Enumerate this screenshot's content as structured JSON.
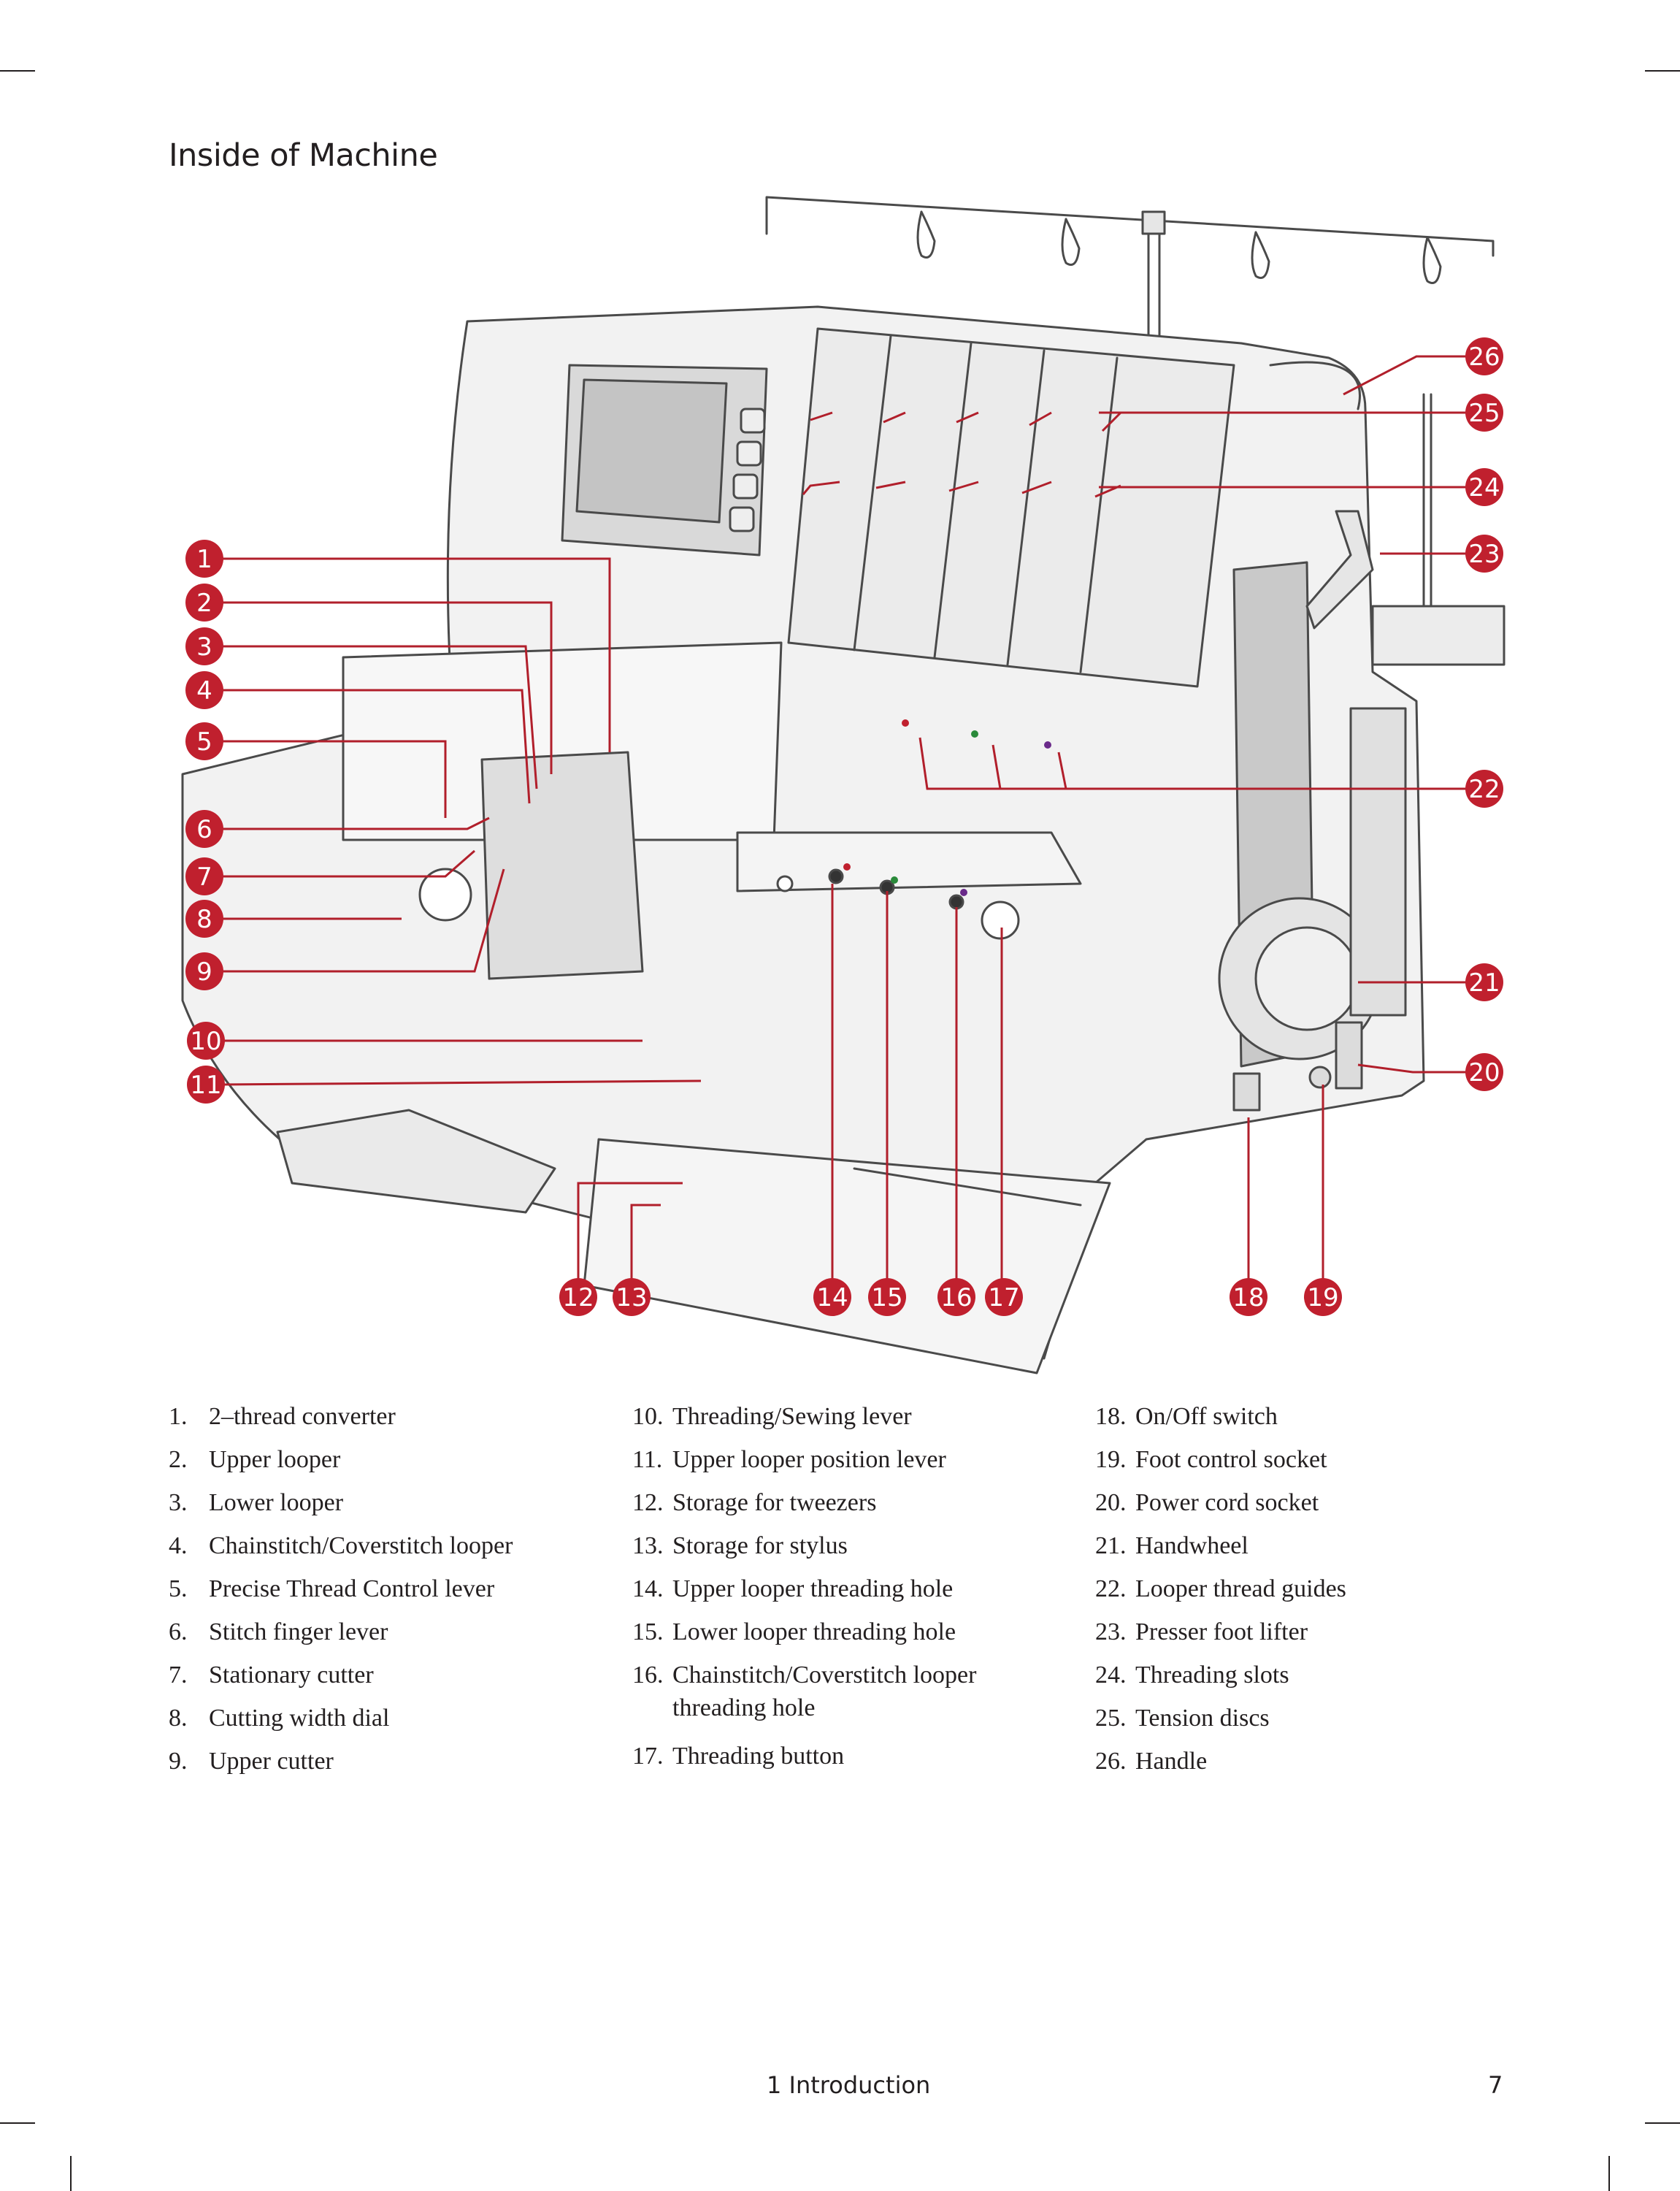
{
  "title": "Inside of Machine",
  "callouts": [
    "1",
    "2",
    "3",
    "4",
    "5",
    "6",
    "7",
    "8",
    "9",
    "10",
    "11",
    "12",
    "13",
    "14",
    "15",
    "16",
    "17",
    "18",
    "19",
    "20",
    "21",
    "22",
    "23",
    "24",
    "25",
    "26"
  ],
  "legend": {
    "col1": [
      {
        "num": "1.",
        "label": "2–thread converter"
      },
      {
        "num": "2.",
        "label": "Upper looper"
      },
      {
        "num": "3.",
        "label": "Lower looper"
      },
      {
        "num": "4.",
        "label": "Chainstitch/Coverstitch looper"
      },
      {
        "num": "5.",
        "label": "Precise Thread Control lever"
      },
      {
        "num": "6.",
        "label": "Stitch finger lever"
      },
      {
        "num": "7.",
        "label": "Stationary cutter"
      },
      {
        "num": "8.",
        "label": "Cutting width dial"
      },
      {
        "num": "9.",
        "label": "Upper cutter"
      }
    ],
    "col2": [
      {
        "num": "10.",
        "label": "Threading/Sewing lever"
      },
      {
        "num": "11.",
        "label": "Upper looper position lever"
      },
      {
        "num": "12.",
        "label": "Storage for tweezers"
      },
      {
        "num": "13.",
        "label": "Storage for stylus"
      },
      {
        "num": "14.",
        "label": "Upper looper threading hole"
      },
      {
        "num": "15.",
        "label": "Lower looper threading hole"
      },
      {
        "num": "16.",
        "label": "Chainstitch/Coverstitch looper threading hole"
      },
      {
        "num": "17.",
        "label": "Threading button"
      }
    ],
    "col3": [
      {
        "num": "18.",
        "label": "On/Off switch"
      },
      {
        "num": "19.",
        "label": "Foot control socket"
      },
      {
        "num": "20.",
        "label": "Power cord socket"
      },
      {
        "num": "21.",
        "label": "Handwheel"
      },
      {
        "num": "22.",
        "label": "Looper thread guides"
      },
      {
        "num": "23.",
        "label": "Presser foot lifter"
      },
      {
        "num": "24.",
        "label": "Threading slots"
      },
      {
        "num": "25.",
        "label": "Tension discs"
      },
      {
        "num": "26.",
        "label": "Handle"
      }
    ]
  },
  "footer": {
    "section": "1 Introduction",
    "page": "7"
  },
  "colors": {
    "callout": "#c0202e",
    "leader": "#b11f2b",
    "outline": "#4a4a4a",
    "body": "#f2f2f2"
  }
}
